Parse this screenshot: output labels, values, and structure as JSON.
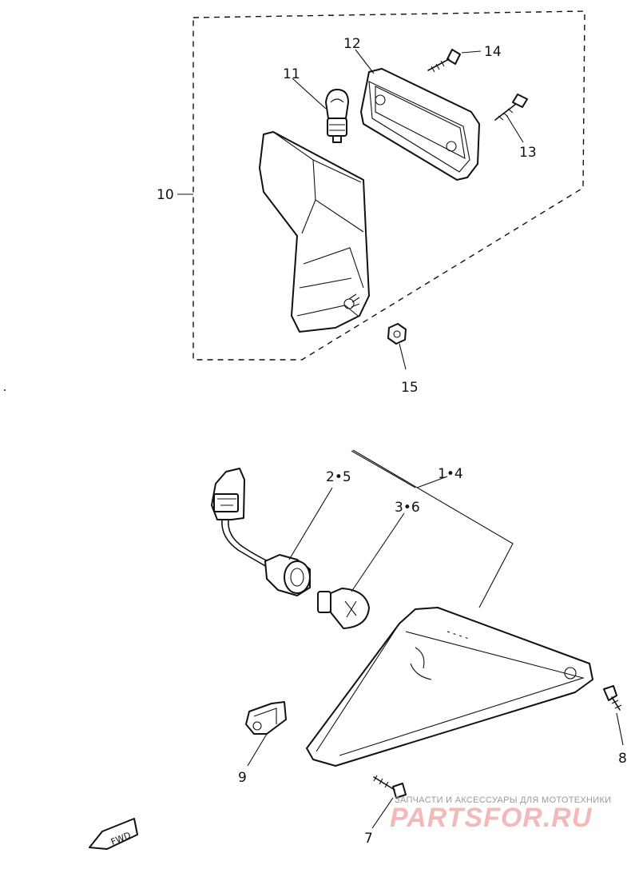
{
  "callouts": {
    "c1_4": "1•4",
    "c2_5": "2•5",
    "c3_6": "3•6",
    "c7": "7",
    "c8": "8",
    "c9": "9",
    "c10": "10",
    "c11": "11",
    "c12": "12",
    "c13": "13",
    "c14": "14",
    "c15": "15"
  },
  "direction_marker": "FWD",
  "watermark": {
    "tagline": "ЗАПЧАСТИ И АКСЕССУАРЫ ДЛЯ МОТОТЕХНИКИ",
    "brand": "PARTSFOR.RU"
  }
}
